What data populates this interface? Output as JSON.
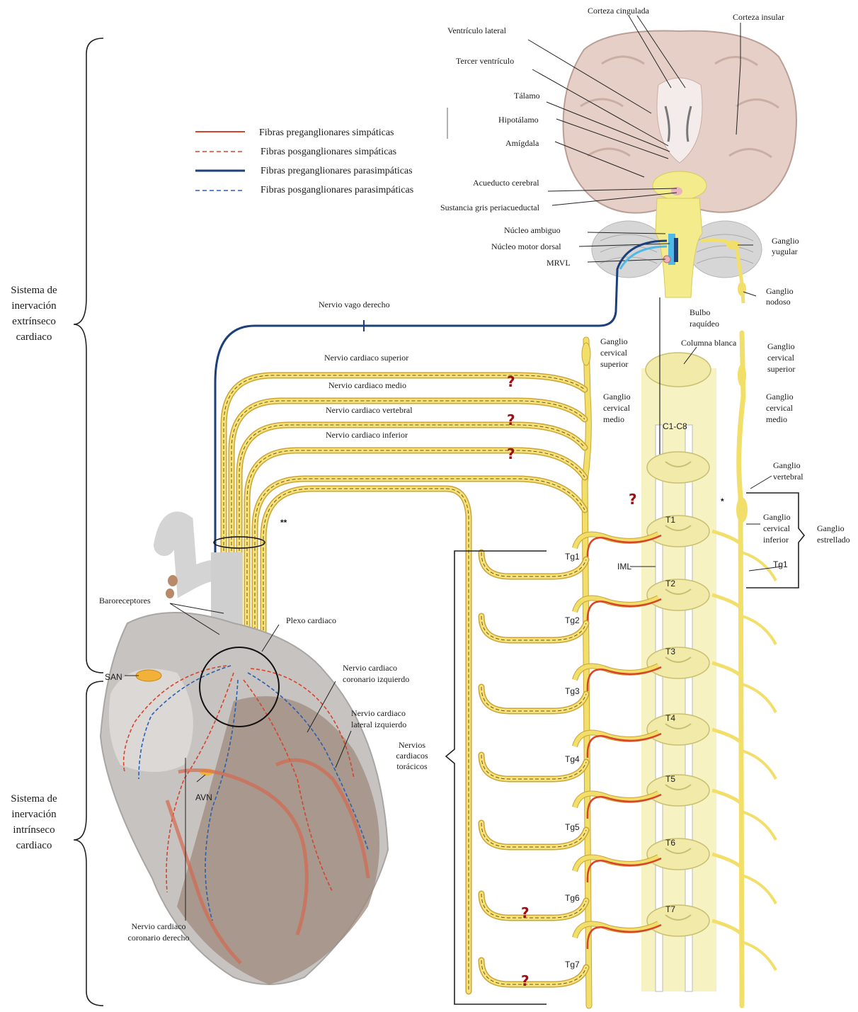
{
  "legend": {
    "items": [
      {
        "label": "Fibras preganglionares simpáticas",
        "color": "#d8432b",
        "style": "solid"
      },
      {
        "label": "Fibras posganglionares simpáticas",
        "color": "#d8432b",
        "style": "dashed"
      },
      {
        "label": "Fibras preganglionares parasimpáticas",
        "color": "#1d3f7a",
        "style": "solid"
      },
      {
        "label": "Fibras posganglionares parasimpáticas",
        "color": "#2b5fb0",
        "style": "dashed"
      }
    ]
  },
  "systems": {
    "extrinsic": "Sistema de\ninervación\nextrínseco\ncardiaco",
    "intrinsic": "Sistema de\ninervación\nintrínseco\ncardiaco"
  },
  "brain": {
    "corteza_cingulada": "Corteza cingulada",
    "corteza_insular": "Corteza insular",
    "ventriculo_lateral": "Ventrículo lateral",
    "tercer_ventriculo": "Tercer ventrículo",
    "talamo": "Tálamo",
    "hipotalamo": "Hipotálamo",
    "amigdala": "Amígdala",
    "acueducto": "Acueducto cerebral",
    "sustancia_gris": "Sustancia gris periacueductal",
    "nucleo_ambiguo": "Núcleo ambiguo",
    "nucleo_motor": "Núcleo motor dorsal",
    "mrvl": "MRVL",
    "ganglio_yugular": "Ganglio\nyugular",
    "ganglio_nodoso": "Ganglio\nnodoso",
    "bulbo": "Bulbo\nraquídeo"
  },
  "nerves": {
    "vago": "Nervio vago derecho",
    "superior": "Nervio cardiaco superior",
    "medio": "Nervio cardiaco medio",
    "vertebral": "Nervio cardiaco vertebral",
    "inferior": "Nervio cardiaco inferior",
    "coronario_izq": "Nervio cardiaco\ncoronario izquierdo",
    "lateral_izq": "Nervio cardiaco\nlateral izquierdo",
    "coronario_der": "Nervio cardiaco\ncoronario derecho",
    "toracicos": "Nervios\ncardiacos\ntorácicos"
  },
  "heart": {
    "baroreceptores": "Baroreceptores",
    "plexo": "Plexo cardiaco",
    "san": "SAN",
    "avn": "AVN",
    "double_star": "**"
  },
  "spine": {
    "columna_blanca": "Columna blanca",
    "c1c8": "C1-C8",
    "iml": "IML",
    "segments": [
      "T1",
      "T2",
      "T3",
      "T4",
      "T5",
      "T6",
      "T7"
    ],
    "thoracic_ganglia": [
      "Tg1",
      "Tg2",
      "Tg3",
      "Tg4",
      "Tg5",
      "Tg6",
      "Tg7"
    ],
    "gcs_left": "Ganglio\ncervical\nsuperior",
    "gcm_left": "Ganglio\ncervical\nmedio",
    "gcs_right": "Ganglio\ncervical\nsuperior",
    "gcm_right": "Ganglio\ncervical\nmedio",
    "g_vertebral": "Ganglio\nvertebral",
    "gci": "Ganglio\ncervical\ninferior",
    "tg1_right": "Tg1",
    "estrellado": "Ganglio\nestrellado",
    "star": "*",
    "question": "?"
  }
}
